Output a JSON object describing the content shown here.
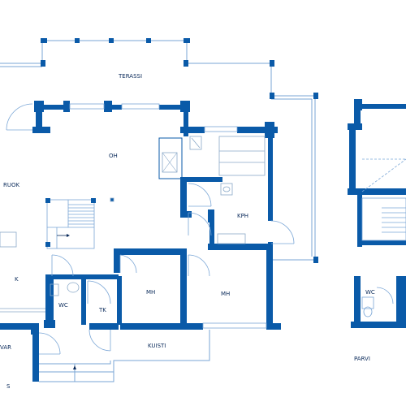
{
  "colors": {
    "wall": "#0a5aa8",
    "thin_line": "#7aa6d6",
    "fixture": "#8aa9c8",
    "text": "#0a2a5a",
    "background": "#ffffff"
  },
  "rooms": {
    "terassi": "TERASSI",
    "oh": "OH",
    "ruok": "RUOK",
    "k": "K",
    "kph": "KPH",
    "wc": "WC",
    "tk": "TK",
    "mh_left": "MH",
    "mh_right": "MH",
    "kuisti": "KUISTI",
    "var": "VAR",
    "parvi": "PARVI",
    "parvi_wc": "WC",
    "s": "S"
  }
}
